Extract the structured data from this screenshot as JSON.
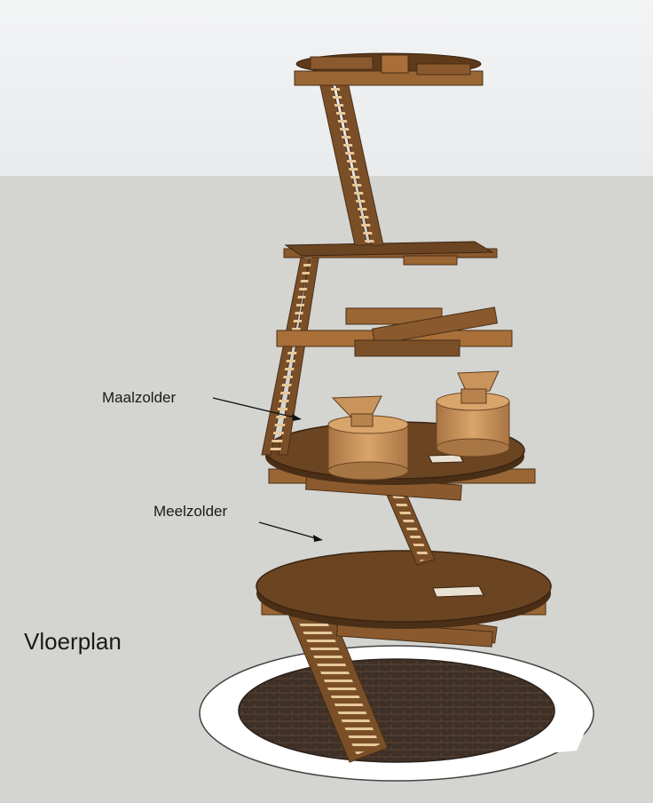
{
  "labels": {
    "maalzolder": "Maalzolder",
    "meelzolder": "Meelzolder",
    "vloerplan": "Vloerplan"
  },
  "colors": {
    "sky": "#eef0f2",
    "ground": "#d4d4d1",
    "wood": "#8a5a2e",
    "wood_dark": "#5e3a1a",
    "wood_light": "#b8834e",
    "floor": "#5a3a1e",
    "stone": "#c9945c",
    "brick": "#3e3026"
  }
}
